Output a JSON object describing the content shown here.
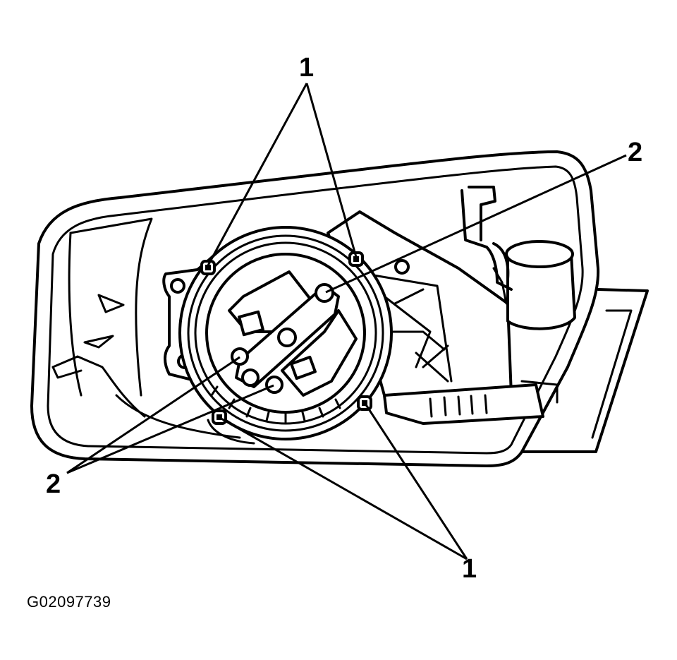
{
  "figure_id": "G02097739",
  "callouts": {
    "label_1_top": "1",
    "label_1_bottom": "1",
    "label_2_right": "2",
    "label_2_left": "2"
  }
}
